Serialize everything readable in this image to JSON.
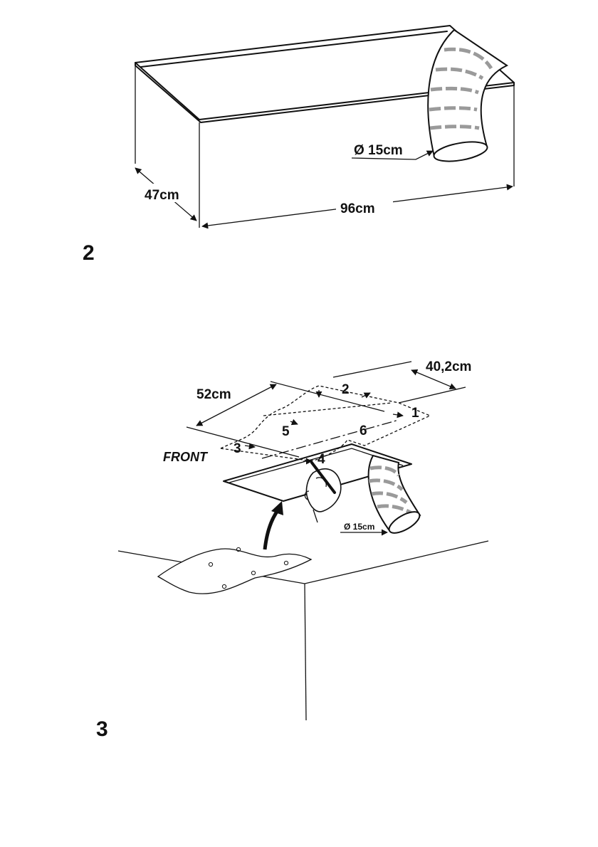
{
  "figure2": {
    "number": "2",
    "depth_label": "47cm",
    "width_label": "96cm",
    "duct_label": "Ø 15cm"
  },
  "figure3": {
    "number": "3",
    "length_label": "52cm",
    "width_label": "40,2cm",
    "front_label": "FRONT",
    "duct_label": "Ø 15cm",
    "points": [
      "1",
      "2",
      "3",
      "4",
      "5",
      "6"
    ]
  }
}
